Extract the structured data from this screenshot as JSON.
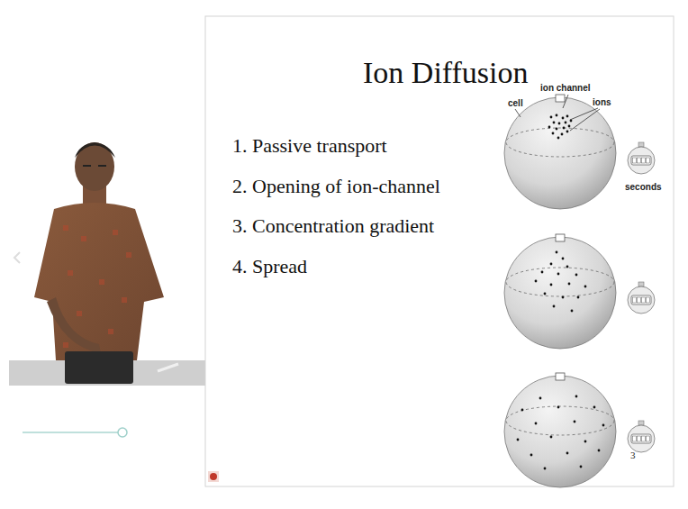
{
  "diagram": {
    "title": "Ion Diffusion",
    "labels": [
      "1. Passive transport",
      "2. Opening of ion-channel",
      "3. Concentration gradient",
      "4. Spread",
      "ion channel",
      "cell",
      "ions",
      "seconds",
      "3"
    ]
  }
}
